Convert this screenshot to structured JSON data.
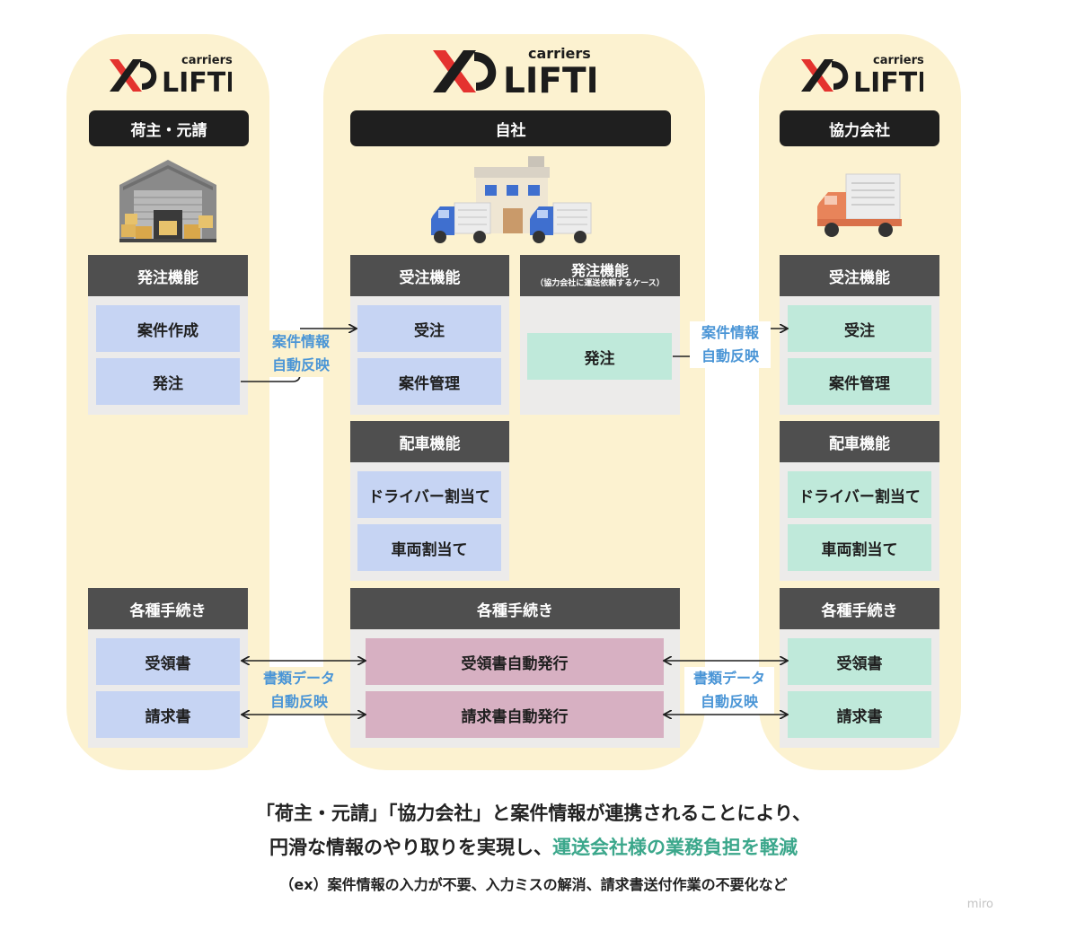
{
  "brand": {
    "carriers": "carriers",
    "name": "LIFTI"
  },
  "columns": {
    "shipper": {
      "title": "荷主・元請",
      "order_func": {
        "header": "発注機能",
        "items": [
          "案件作成",
          "発注"
        ]
      },
      "procedures": {
        "header": "各種手続き",
        "items": [
          "受領書",
          "請求書"
        ]
      }
    },
    "own": {
      "title": "自社",
      "receive_func": {
        "header": "受注機能",
        "items": [
          "受注",
          "案件管理"
        ]
      },
      "order_func": {
        "header": "発注機能",
        "subheader": "（協力会社に運送依頼するケース）",
        "items": [
          "発注"
        ]
      },
      "dispatch_func": {
        "header": "配車機能",
        "items": [
          "ドライバー割当て",
          "車両割当て"
        ]
      },
      "procedures": {
        "header": "各種手続き",
        "items": [
          "受領書自動発行",
          "請求書自動発行"
        ]
      }
    },
    "partner": {
      "title": "協力会社",
      "receive_func": {
        "header": "受注機能",
        "items": [
          "受注",
          "案件管理"
        ]
      },
      "dispatch_func": {
        "header": "配車機能",
        "items": [
          "ドライバー割当て",
          "車両割当て"
        ]
      },
      "procedures": {
        "header": "各種手続き",
        "items": [
          "受領書",
          "請求書"
        ]
      }
    }
  },
  "connectors": {
    "case_info": [
      "案件情報",
      "自動反映"
    ],
    "doc_data": [
      "書類データ",
      "自動反映"
    ]
  },
  "caption": {
    "line1": "「荷主・元請」「協力会社」と案件情報が連携されることにより、",
    "line2_plain": "円滑な情報のやり取りを実現し、",
    "line2_highlight": "運送会社様の業務負担を軽減",
    "line3": "（ex）案件情報の入力が不要、入力ミスの解消、請求書送付作業の不要化など"
  },
  "watermark": "miro",
  "colors": {
    "column_bg": "#fcf2d0",
    "header_dark": "#4f4f4f",
    "pill_black": "#1f1f1f",
    "item_blue": "#c6d4f3",
    "item_green": "#bfe9da",
    "item_pink": "#d7b0c2",
    "connector_label": "#4a95d6",
    "highlight_green": "#3ba78b",
    "logo_red": "#e4332f"
  }
}
